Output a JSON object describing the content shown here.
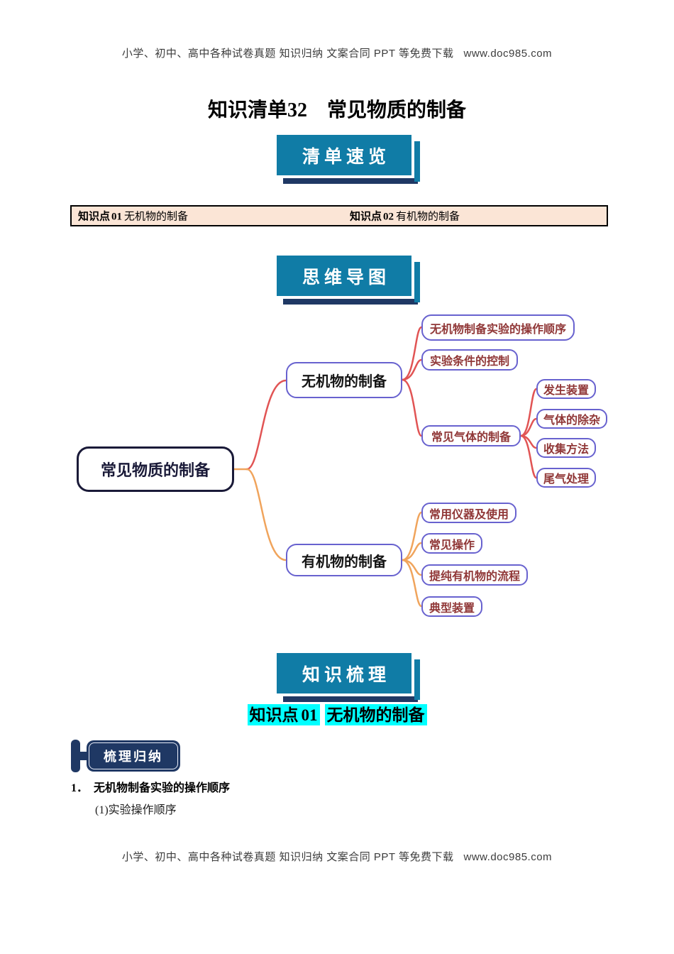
{
  "header": {
    "text": "小学、初中、高中各种试卷真题 知识归纳 文案合同 PPT 等免费下载",
    "url": "www.doc985.com"
  },
  "title": {
    "prefix": "知识清单",
    "number": "32",
    "suffix": "　常见物质的制备"
  },
  "banners": {
    "overview": "清单速览",
    "mindmap": "思维导图",
    "knowledge": "知识梳理"
  },
  "quick_list": {
    "items": [
      {
        "label": "知识点",
        "num": "01",
        "text": "无机物的制备"
      },
      {
        "label": "知识点",
        "num": "02",
        "text": "有机物的制备"
      }
    ]
  },
  "mindmap": {
    "root": "常见物质的制备",
    "inorganic": {
      "label": "无机物的制备",
      "children": [
        "无机物制备实验的操作顺序",
        "实验条件的控制",
        "常见气体的制备"
      ],
      "gas_children": [
        "发生装置",
        "气体的除杂",
        "收集方法",
        "尾气处理"
      ]
    },
    "organic": {
      "label": "有机物的制备",
      "children": [
        "常用仪器及使用",
        "常见操作",
        "提纯有机物的流程",
        "典型装置"
      ]
    }
  },
  "knowledge_section": {
    "point_label": "知识点",
    "point_num": "01",
    "point_title": "无机物的制备",
    "badge": "梳理归纳",
    "item1_num": "1．",
    "item1_text": "无机物制备实验的操作顺序",
    "item1_sub": "(1)实验操作顺序"
  },
  "footer": {
    "text": "小学、初中、高中各种试卷真题 知识归纳 文案合同 PPT 等免费下载",
    "url": "www.doc985.com"
  },
  "colors": {
    "banner_teal": "#107ca6",
    "banner_shadow_navy": "#1f3864",
    "quick_box_bg": "#fbe5d6",
    "node_border_purple": "#6862cf",
    "node_text_maroon": "#903737",
    "root_navy": "#1a1a38",
    "connector_red": "#e15454",
    "connector_orange": "#f0a45c",
    "highlight_cyan": "#00ffff"
  }
}
